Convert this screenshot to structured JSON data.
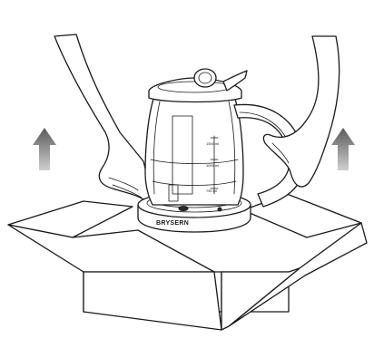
{
  "illustration": {
    "brand_label": "BRYSERN",
    "scale_labels": [
      "1500 ml",
      "1000 ml",
      "750 ml"
    ],
    "icons": [
      "kettle-icon",
      "left-hand-icon",
      "right-hand-icon",
      "box-icon",
      "up-arrow-icon"
    ]
  }
}
